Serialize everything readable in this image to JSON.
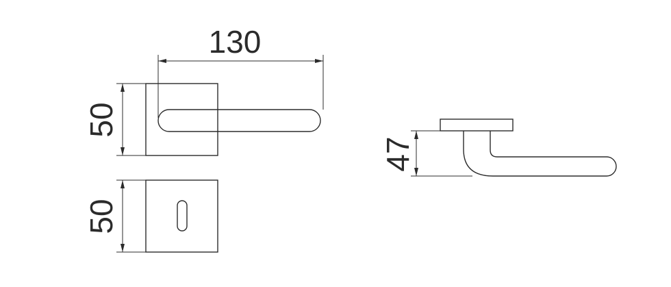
{
  "dimensions": {
    "handle_length": "130",
    "rose_height": "50",
    "escutcheon_height": "50",
    "projection": "47"
  },
  "colors": {
    "line": "#2b2b2b",
    "background": "#ffffff"
  }
}
